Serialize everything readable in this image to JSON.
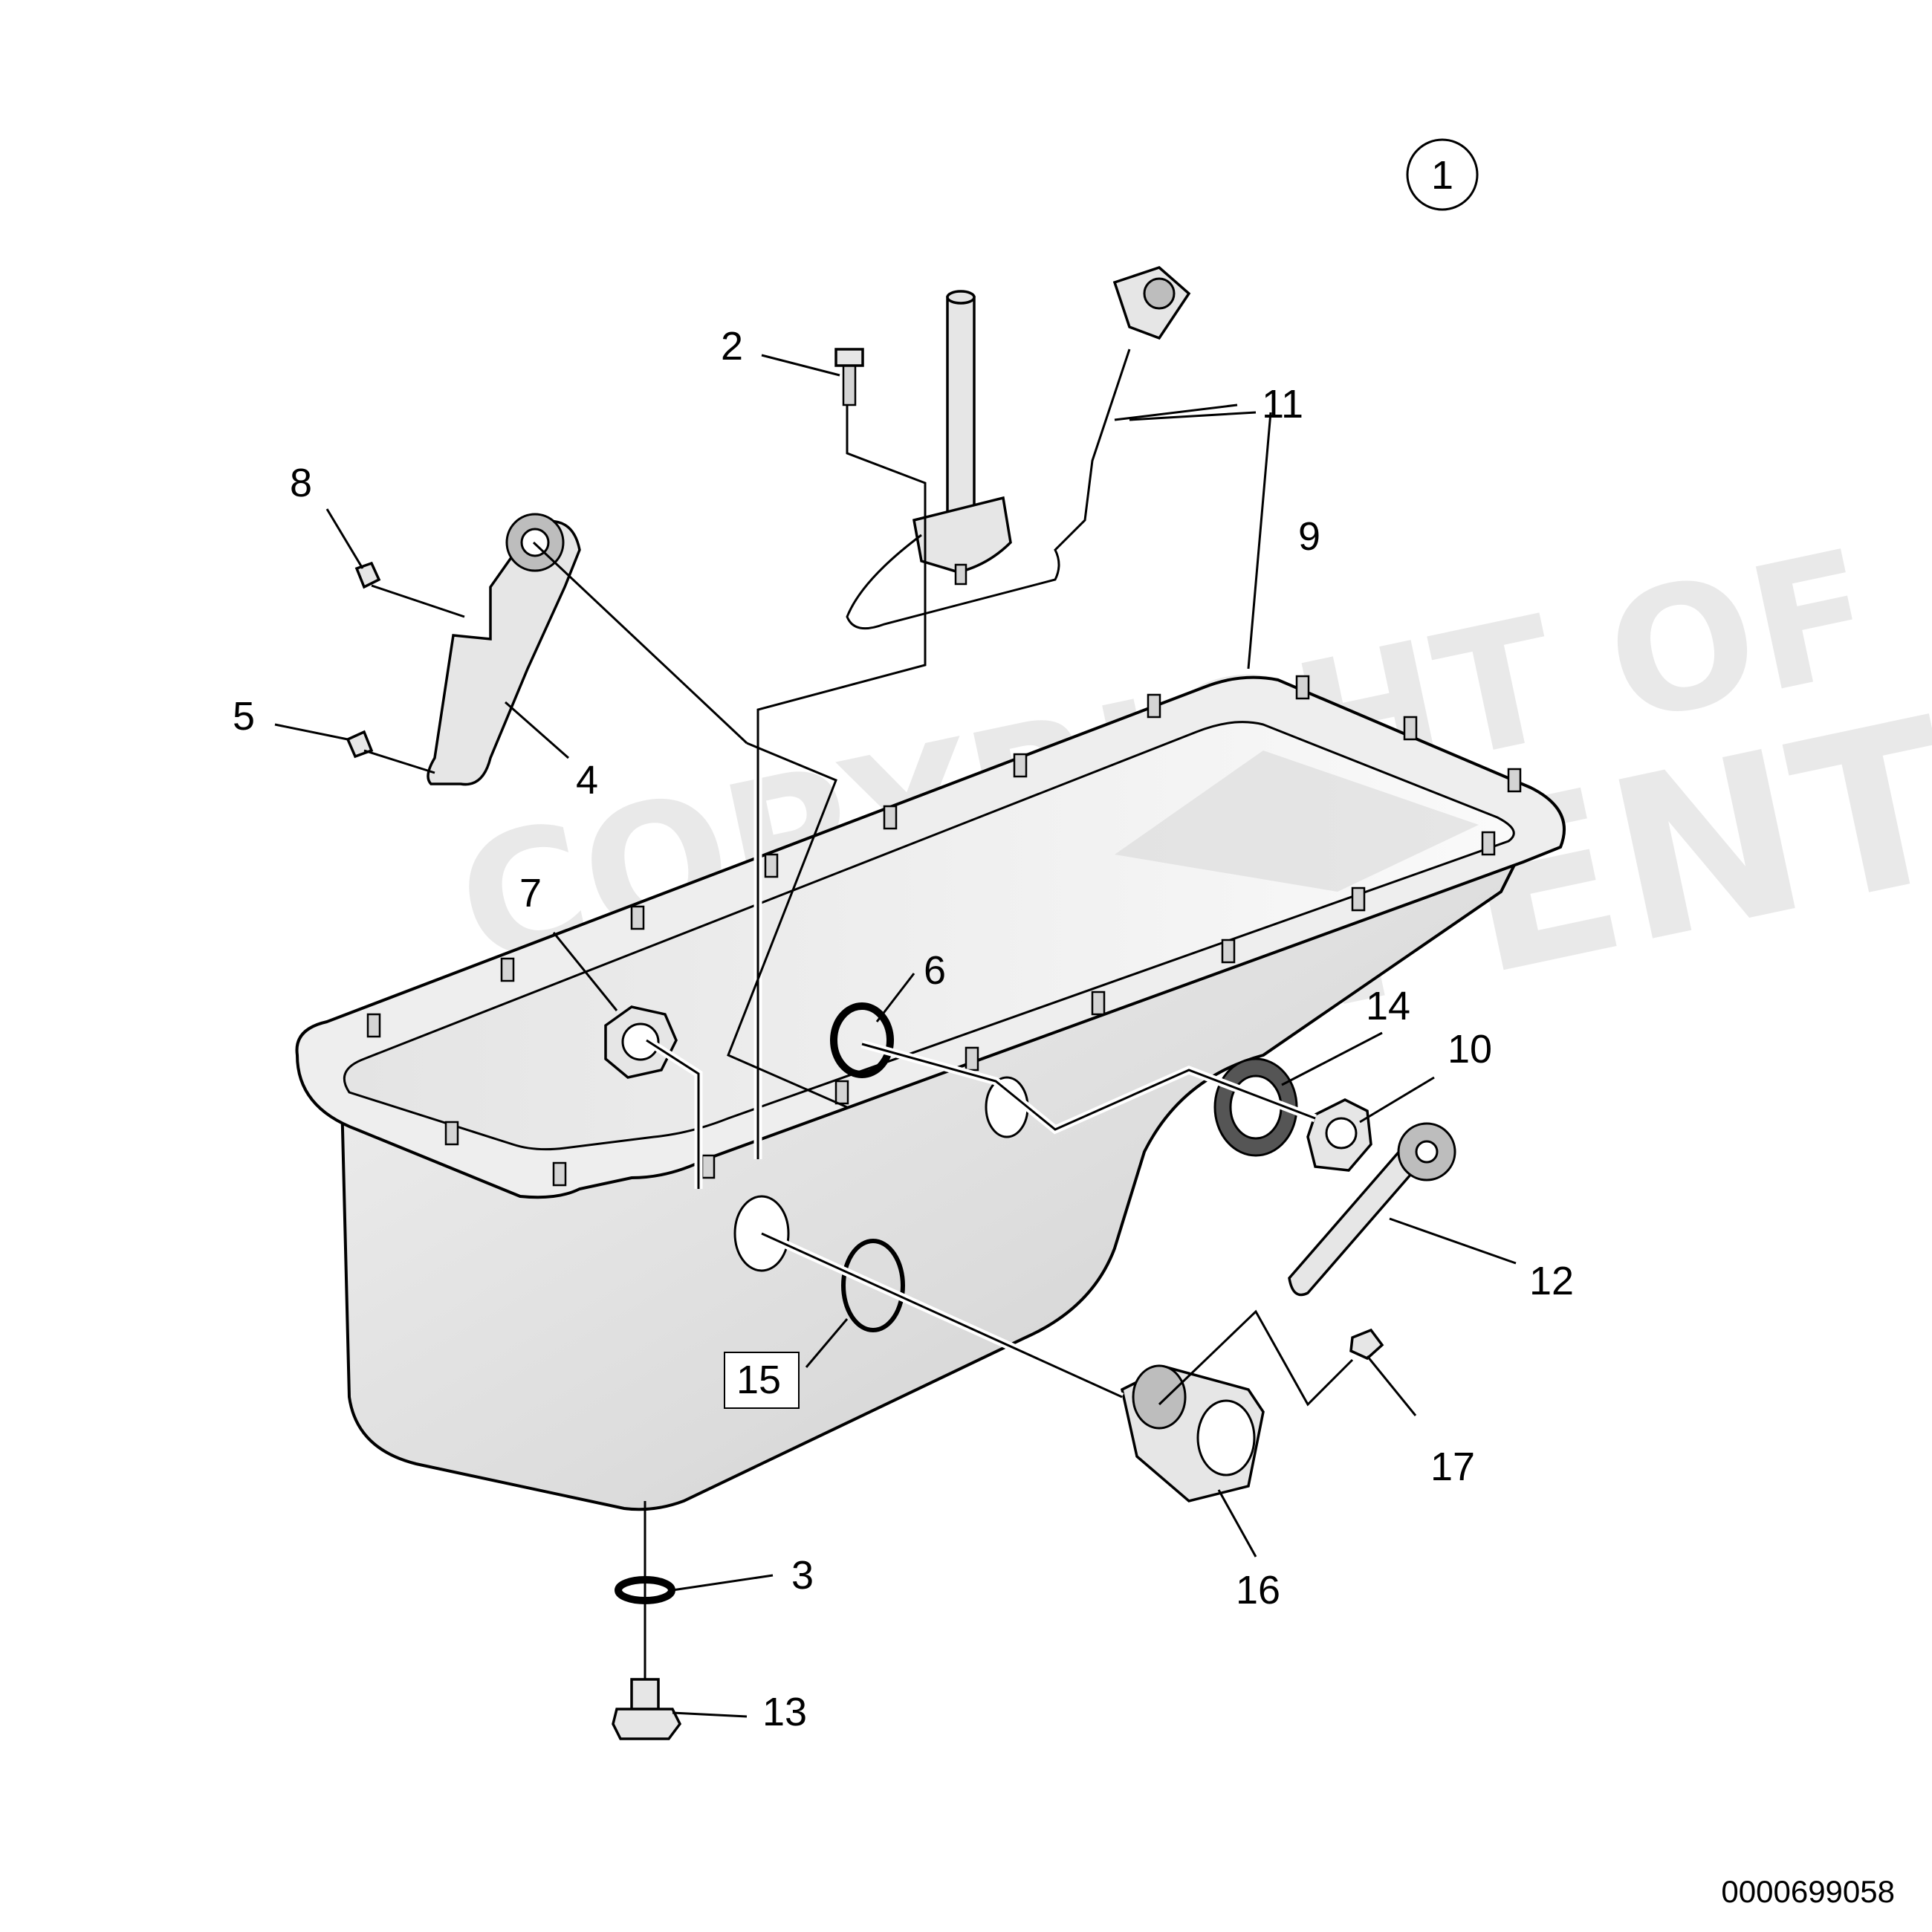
{
  "diagram": {
    "view_number": "1",
    "reference_code": "0000699058",
    "watermark": [
      "COPYRIGHT OF",
      "VOLVO PENTA"
    ],
    "callouts": [
      {
        "id": "2",
        "label": "2"
      },
      {
        "id": "3",
        "label": "3"
      },
      {
        "id": "4",
        "label": "4"
      },
      {
        "id": "5",
        "label": "5"
      },
      {
        "id": "6",
        "label": "6"
      },
      {
        "id": "7",
        "label": "7"
      },
      {
        "id": "8",
        "label": "8"
      },
      {
        "id": "9",
        "label": "9"
      },
      {
        "id": "10",
        "label": "10"
      },
      {
        "id": "11",
        "label": "11"
      },
      {
        "id": "12",
        "label": "12"
      },
      {
        "id": "13",
        "label": "13"
      },
      {
        "id": "14",
        "label": "14"
      },
      {
        "id": "15",
        "label": "15"
      },
      {
        "id": "16",
        "label": "16"
      },
      {
        "id": "17",
        "label": "17"
      }
    ]
  }
}
